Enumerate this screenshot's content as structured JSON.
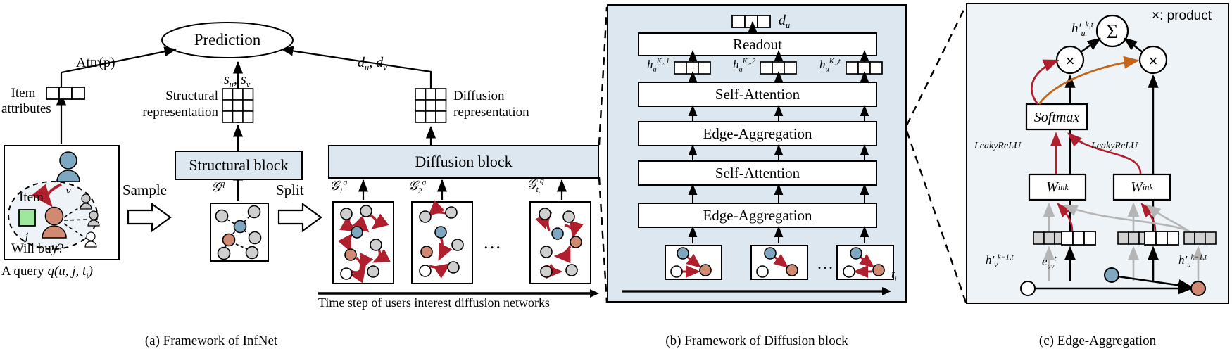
{
  "figure": {
    "captions": {
      "a": "(a) Framework of InfNet",
      "b": "(b) Framework of Diffusion block",
      "c": "(c) Edge-Aggregation"
    }
  },
  "panel_a": {
    "prediction_node": "Prediction",
    "edge_labels": {
      "attr": "Attr(p)",
      "structural": "su, sv",
      "diffusion": "du, dv"
    },
    "item_attributes_label_line1": "Item",
    "item_attributes_label_line2": "attributes",
    "structural_repr_line1": "Structural",
    "structural_repr_line2": "representation",
    "diffusion_repr_line1": "Diffusion",
    "diffusion_repr_line2": "representation",
    "query_box": {
      "item_label": "Item",
      "item_node": "j",
      "user_node": "u",
      "influencer_node": "v",
      "question": "Will buy?"
    },
    "query_caption": "A query q(u, j, ti)",
    "sample_arrow_label": "Sample",
    "split_arrow_label": "Split",
    "graph_label": "Gq",
    "structural_block_label": "Structural block",
    "diffusion_block_label": "Diffusion block",
    "timestep_graphs": [
      {
        "label": "G1q"
      },
      {
        "label": "G2q"
      },
      {
        "label": "Gtiq"
      }
    ],
    "ellipsis": "…",
    "timeline_label": "Time step of users interest diffusion networks"
  },
  "panel_b": {
    "output_label": "du",
    "layers": [
      {
        "name": "Readout"
      },
      {
        "name": "Self-Attention"
      },
      {
        "name": "Edge-Aggregation"
      },
      {
        "name": "Self-Attention"
      },
      {
        "name": "Edge-Aggregation"
      }
    ],
    "hidden_labels": [
      {
        "text": "hu",
        "sup": "K2,1"
      },
      {
        "text": "hu",
        "sup": "K2,2"
      },
      {
        "text": "hu",
        "sup": "K2,t"
      }
    ],
    "ellipsis": "…",
    "time_axis_label": "ti"
  },
  "panel_c": {
    "legend": "×: product",
    "sum_node": "Σ",
    "sum_output_label": "h'uk,t",
    "product_nodes": [
      "×",
      "×"
    ],
    "softmax_label": "Softmax",
    "activation_labels": [
      "LeakyReLU",
      "LeakyReLU"
    ],
    "weight_labels": [
      "Wink",
      "Wink"
    ],
    "input_labels": {
      "left": "h'vk-1,t",
      "edge": "etuv",
      "right": "h'uk-1,t"
    }
  },
  "colors": {
    "block_fill": "#dce7ef",
    "panel_fill": "#eef3f7",
    "red_arrow": "#b01f2e",
    "orange_arrow": "#c4651b",
    "node_blue": "#7fa8c0",
    "node_red": "#d18a72",
    "node_grey": "#cccccc",
    "item_green": "#9ee89e",
    "grey_arrow": "#b5b5b5",
    "stroke": "#000000"
  }
}
